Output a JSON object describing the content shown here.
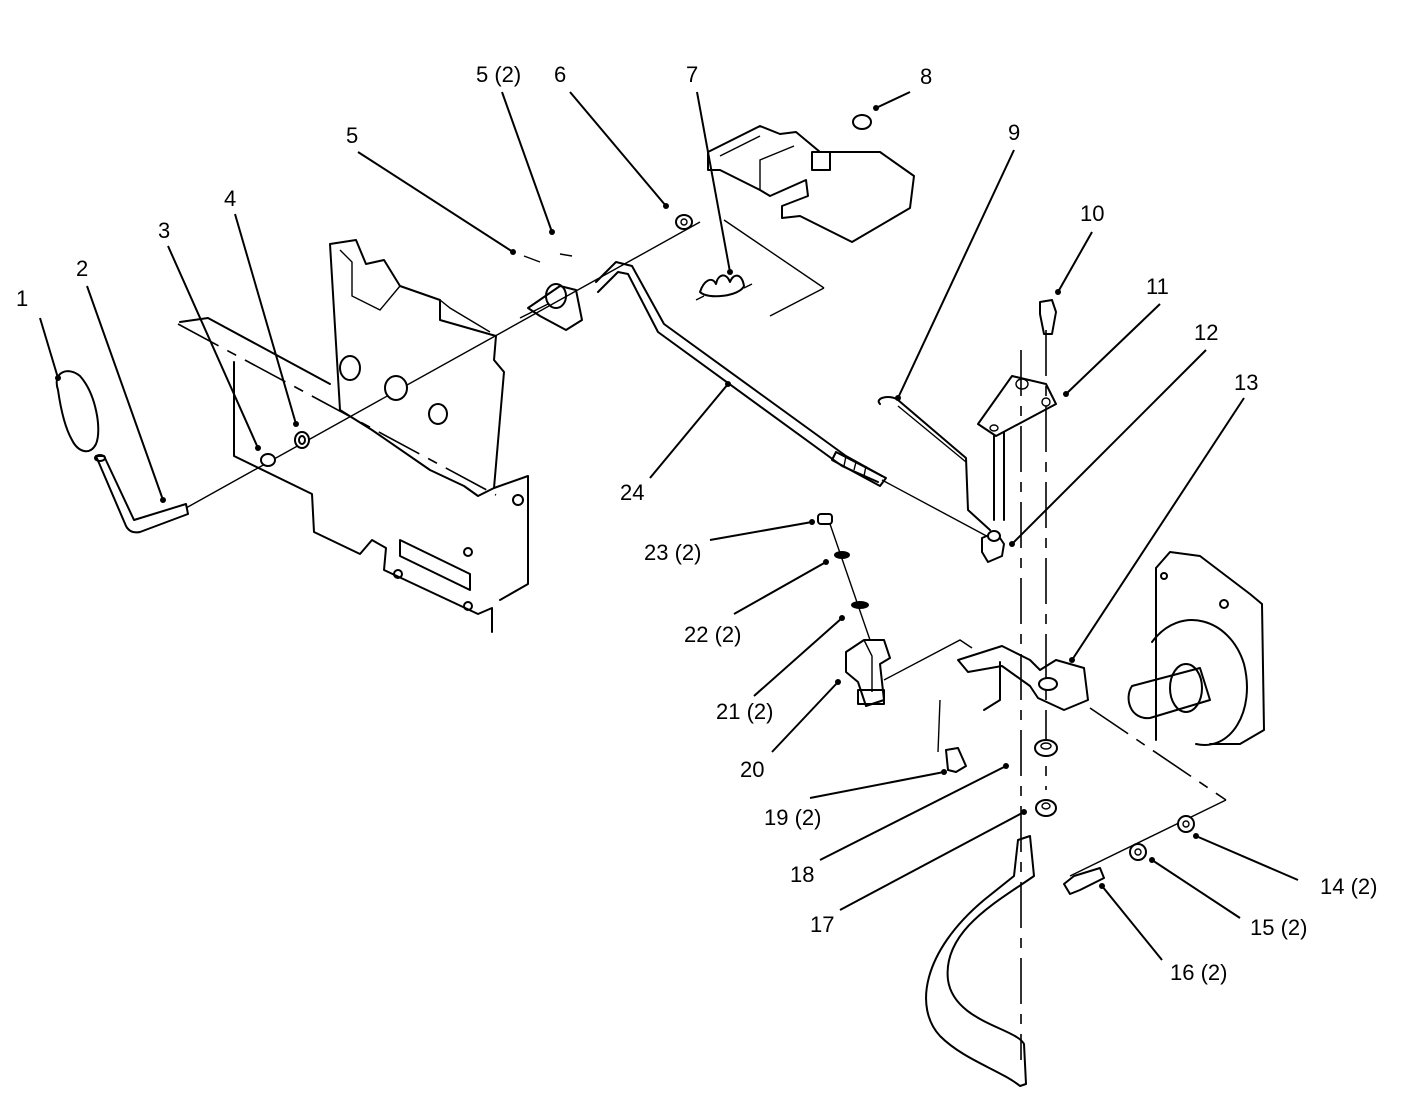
{
  "callouts": [
    {
      "id": "c1",
      "label": "1"
    },
    {
      "id": "c2",
      "label": "2"
    },
    {
      "id": "c3",
      "label": "3"
    },
    {
      "id": "c4",
      "label": "4"
    },
    {
      "id": "c5a",
      "label": "5"
    },
    {
      "id": "c5b",
      "label": "5 (2)"
    },
    {
      "id": "c6",
      "label": "6"
    },
    {
      "id": "c7",
      "label": "7"
    },
    {
      "id": "c8",
      "label": "8"
    },
    {
      "id": "c9",
      "label": "9"
    },
    {
      "id": "c10",
      "label": "10"
    },
    {
      "id": "c11",
      "label": "11"
    },
    {
      "id": "c12",
      "label": "12"
    },
    {
      "id": "c13",
      "label": "13"
    },
    {
      "id": "c14",
      "label": "14 (2)"
    },
    {
      "id": "c15",
      "label": "15 (2)"
    },
    {
      "id": "c16",
      "label": "16 (2)"
    },
    {
      "id": "c17",
      "label": "17"
    },
    {
      "id": "c18",
      "label": "18"
    },
    {
      "id": "c19",
      "label": "19 (2)"
    },
    {
      "id": "c20",
      "label": "20"
    },
    {
      "id": "c21",
      "label": "21 (2)"
    },
    {
      "id": "c22",
      "label": "22 (2)"
    },
    {
      "id": "c23",
      "label": "23 (2)"
    },
    {
      "id": "c24",
      "label": "24"
    }
  ]
}
